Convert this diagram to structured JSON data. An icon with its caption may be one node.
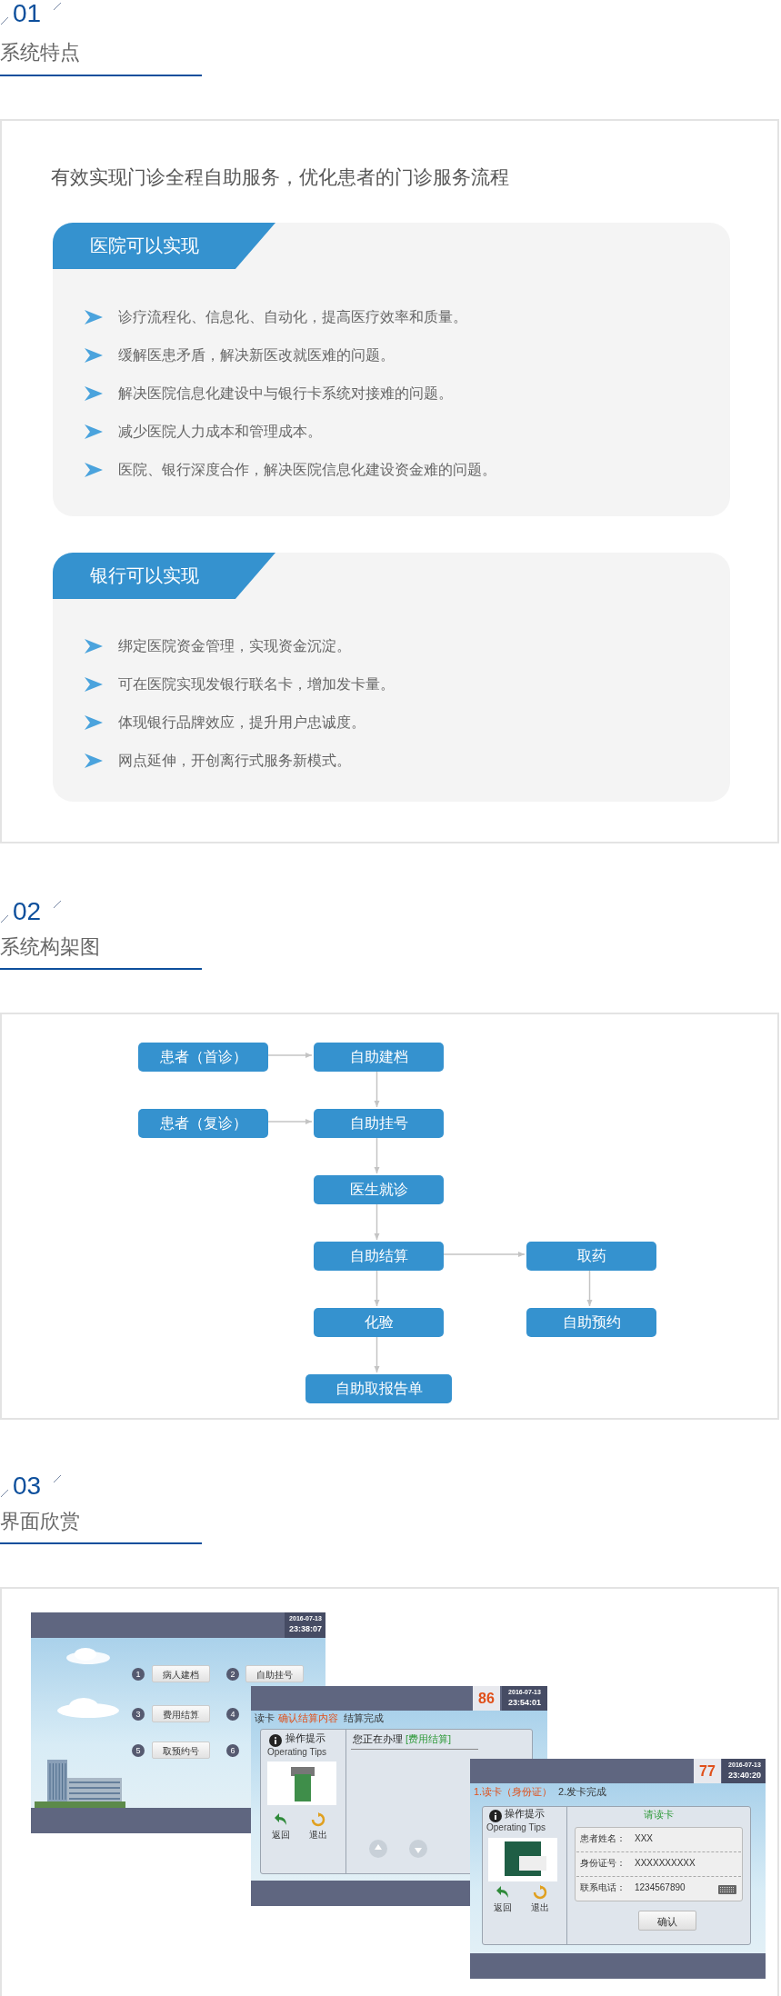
{
  "diagram": {
    "nodes": [
      {
        "text": [
          "有效实现门诊全程自助服务，优化患者的门诊服务流程"
        ]
      },
      {
        "text": [
          "医院可以实现",
          "诊疗流程化、信息化、自动化，提高医疗效率和质量。",
          "缓解医患矛盾，解决新医改就医难的问题。",
          "解决医院信息化建设中与银行卡系统对接难的问题。",
          "减少医院人力成本和管理成本。",
          "医院、银行深度合作，解决医院信息化建设资金难的问题。"
        ],
        "in": 0
      },
      {
        "text": [
          "银行可以实现",
          "绑定医院资金管理，实现资金沉淀。",
          "可在医院实现发银行联名卡，增加发卡量。",
          "体现银行品牌效应，提升用户忠诚度。",
          "网点延伸，开创离行式服务新模式。"
        ],
        "in": 0
      },
      {
        "text": [],
        "shape": "box"
      },
      {
        "text": [
          "患者（首诊）"
        ],
        "in": 3
      },
      {
        "text": [
          "自助建档"
        ],
        "in": 3
      },
      {
        "text": [
          "患者（复诊）"
        ],
        "in": 3
      },
      {
        "text": [
          "自助挂号"
        ],
        "in": 3
      },
      {
        "text": [
          "医生就诊"
        ],
        "in": 3
      },
      {
        "text": [
          "自助结算"
        ],
        "in": 3
      },
      {
        "text": [
          "取药"
        ],
        "in": 3
      },
      {
        "text": [
          "化验"
        ],
        "in": 3
      },
      {
        "text": [
          "自助预约"
        ],
        "in": 3
      },
      {
        "text": [
          "自助取报告单"
        ],
        "in": 3
      },
      {
        "text": [],
        "shape": "box"
      }
    ],
    "edges": [
      {
        "from": 4,
        "to": 5,
        "arrow": "to"
      },
      {
        "from": 5,
        "to": 7,
        "arrow": "to"
      },
      {
        "from": 6,
        "to": 7,
        "arrow": "to"
      },
      {
        "from": 7,
        "to": 8,
        "arrow": "to"
      },
      {
        "from": 8,
        "to": 9,
        "arrow": "to"
      },
      {
        "from": 9,
        "to": 10,
        "arrow": "to"
      },
      {
        "from": 9,
        "to": 11,
        "arrow": "to"
      },
      {
        "from": 10,
        "to": 12,
        "arrow": "to"
      },
      {
        "from": 11,
        "to": 13,
        "arrow": "to"
      }
    ],
    "labels": [
      "01",
      "系统特点",
      "02",
      "系统构架图",
      "03",
      "界面欣赏",
      "2016-07-13",
      "23:38:07",
      "1",
      "病人建档",
      "2",
      "自助挂号",
      "3",
      "费用结算",
      "4",
      "5",
      "取预约号",
      "6",
      "86",
      "2016-07-13",
      "23:54:01",
      "读卡",
      "确认结算内容",
      "结算完成",
      "操作提示",
      "Operating Tips",
      "您正在办理",
      "[费用结算]",
      "返回",
      "退出",
      "77",
      "2016-07-13",
      "23:40:20",
      "1.读卡（身份证）",
      "2.发卡完成",
      "操作提示",
      "Operating Tips",
      "请读卡",
      "患者姓名：",
      "XXX",
      "身份证号：",
      "XXXXXXXXXX",
      "联系电话：",
      "1234567890",
      "确认",
      "返回",
      "退出"
    ]
  }
}
